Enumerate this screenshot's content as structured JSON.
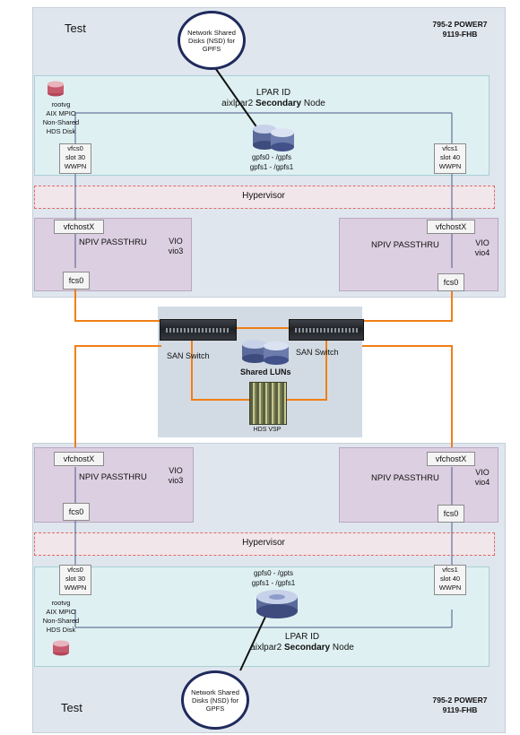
{
  "top": {
    "test_label": "Test",
    "machine": [
      "795-2 POWER7",
      "9119-FHB"
    ],
    "nsd": [
      "Network Shared",
      "Disks (NSD) for",
      "GPFS"
    ],
    "lpar_id": "LPAR ID",
    "lpar_node_prefix": "aixlpar2",
    "lpar_node_bold": "Secondary",
    "lpar_node_suffix": "Node",
    "rootvg": [
      "rootvg",
      "AIX MPIO",
      "Non-Shared",
      "HDS Disk"
    ],
    "vfcs_left": [
      "vfcs0",
      "slot 30",
      "WWPN"
    ],
    "vfcs_right": [
      "vfcs1",
      "slot 40",
      "WWPN"
    ],
    "gpfs": [
      "gpfs0 - /gpfs",
      "gpfs1 - /gpfs1"
    ],
    "hypervisor": "Hypervisor",
    "vio_left": {
      "vfchost": "vfchostX",
      "npiv": "NPIV PASSTHRU",
      "vio": "VIO",
      "name": "vio3",
      "fcs": "fcs0"
    },
    "vio_right": {
      "vfchost": "vfchostX",
      "npiv": "NPIV PASSTHRU",
      "vio": "VIO",
      "name": "vio4",
      "fcs": "fcs0"
    }
  },
  "san": {
    "switch_left": "SAN Switch",
    "switch_right": "SAN Switch",
    "luns": "Shared LUNs",
    "storage": "HDS VSP"
  },
  "bottom": {
    "test_label": "Test",
    "machine": [
      "795-2 POWER7",
      "9119-FHB"
    ],
    "nsd": [
      "Network Shared",
      "Disks (NSD) for",
      "GPFS"
    ],
    "lpar_id": "LPAR ID",
    "lpar_node_prefix": "aixlpar2",
    "lpar_node_bold": "Secondary",
    "lpar_node_suffix": "Node",
    "rootvg": [
      "rootvg",
      "AIX MPIO",
      "Non-Shared",
      "HDS Disk"
    ],
    "vfcs_left": [
      "vfcs0",
      "slot 30",
      "WWPN"
    ],
    "vfcs_right": [
      "vfcs1",
      "slot 40",
      "WWPN"
    ],
    "gpfs": [
      "gpfs0 - /gpts",
      "gpfs1 - /gpfs1"
    ],
    "hypervisor": "Hypervisor",
    "vio_left": {
      "vfchost": "vfchostX",
      "npiv": "NPIV PASSTHRU",
      "vio": "VIO",
      "name": "vio3",
      "fcs": "fcs0"
    },
    "vio_right": {
      "vfchost": "vfchostX",
      "npiv": "NPIV PASSTHRU",
      "vio": "VIO",
      "name": "vio4",
      "fcs": "fcs0"
    }
  },
  "colors": {
    "fc_cable": "#f07f16",
    "nsd_link": "#111111",
    "lpar_link": "#4a5a8a"
  }
}
